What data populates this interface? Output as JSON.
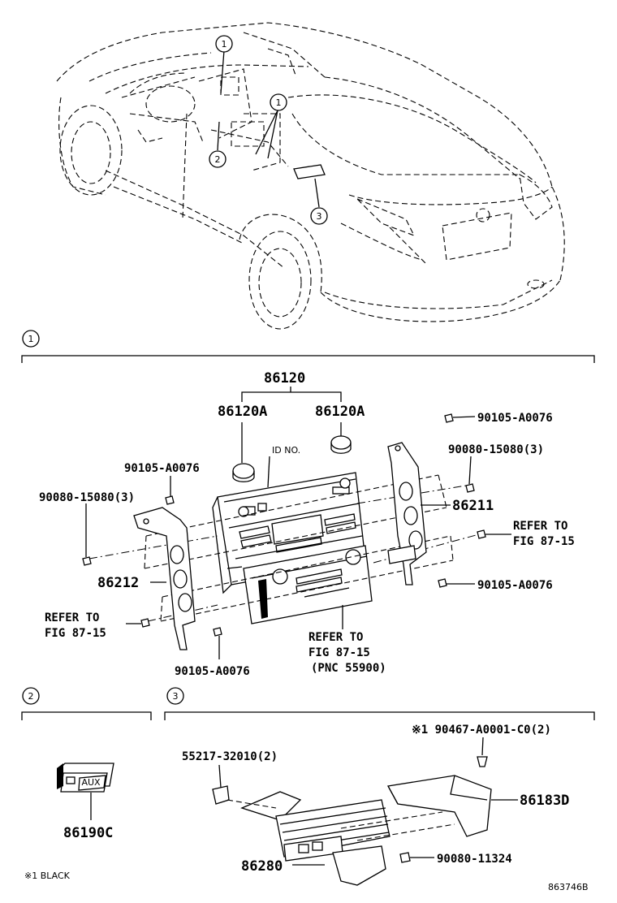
{
  "callouts": {
    "c1": "1",
    "c2": "2",
    "c3": "3"
  },
  "sections": {
    "s1": "1",
    "s2": "2",
    "s3": "3"
  },
  "parts": {
    "p86120": "86120",
    "p86120A_left": "86120A",
    "p86120A_right": "86120A",
    "id_no": "ID NO.",
    "bolt_tr": "90105-A0076",
    "screw_tr": "90080-15080(3)",
    "p86211": "86211",
    "refer_r1": "REFER TO",
    "refer_r2": "FIG 87-15",
    "bolt_r": "90105-A0076",
    "bolt_l": "90105-A0076",
    "screw_l": "90080-15080(3)",
    "p86212": "86212",
    "refer_l1": "REFER TO",
    "refer_l2": "FIG 87-15",
    "bolt_b": "90105-A0076",
    "refer_c1": "REFER TO",
    "refer_c2": "FIG 87-15",
    "refer_c3": "(PNC 55900)",
    "p86190C": "86190C",
    "aux": "AUX",
    "clip": "55217-32010(2)",
    "clip_black": "※1 90467-A0001-C0(2)",
    "p86183D": "86183D",
    "p86280": "86280",
    "screw_b": "90080-11324"
  },
  "footer": {
    "note": "※1 BLACK",
    "code": "863746B"
  }
}
